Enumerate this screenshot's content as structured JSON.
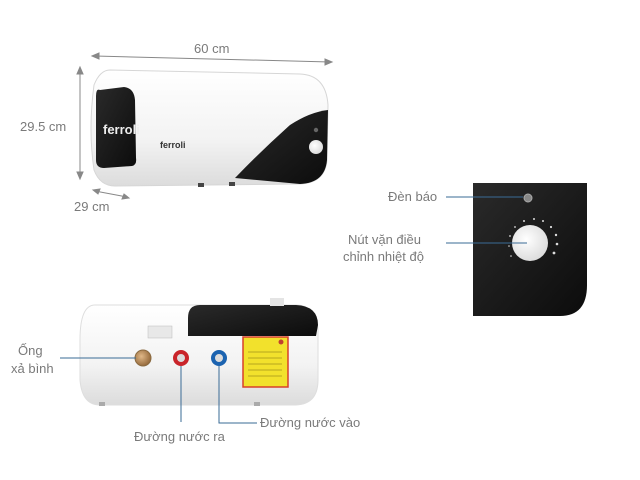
{
  "product": {
    "brand": "ferroli",
    "type": "water-heater",
    "colors": {
      "body": "#f4f4f4",
      "panel": "#151515",
      "callout_line": "#3a6b96",
      "label": "#7a7a7a",
      "hot_ring": "#c9242a",
      "cold_ring": "#1b63b0",
      "brass": "#b98a55",
      "warning_label": "#f2e12c",
      "warning_border": "#d8402a"
    }
  },
  "dimensions": {
    "width": "60 cm",
    "height": "29.5 cm",
    "depth": "29 cm"
  },
  "callouts": {
    "indicator_light": "Đèn báo",
    "temp_knob_line1": "Nút vặn điều",
    "temp_knob_line2": "chỉnh nhiệt độ",
    "drain_line1": "Ống",
    "drain_line2": "xả bình",
    "water_out": "Đường nước ra",
    "water_in": "Đường nước vào"
  }
}
